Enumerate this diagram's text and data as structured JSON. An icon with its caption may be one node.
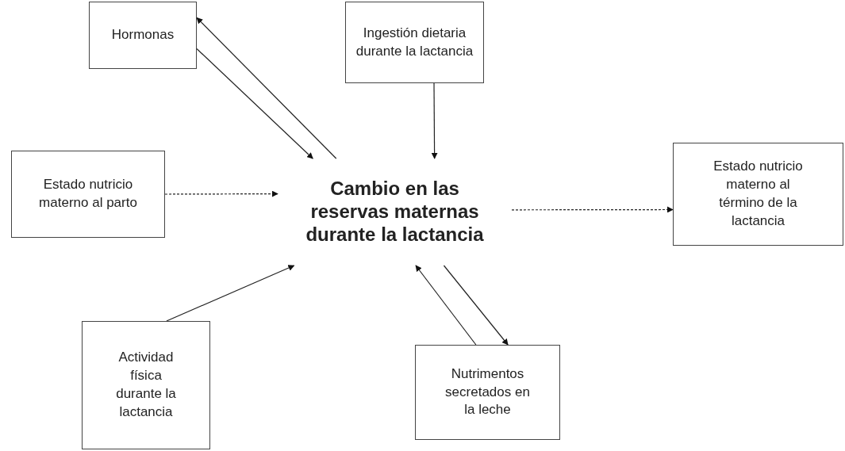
{
  "diagram": {
    "nodes": [
      {
        "text": [
          "Hormonas"
        ]
      },
      {
        "text": [
          "Ingestión dietaria durante la lactancia"
        ]
      },
      {
        "text": [
          "Estado nutricio materno al parto"
        ]
      },
      {
        "text": [
          "Cambio en las reservas maternas durante la lactancia"
        ]
      },
      {
        "text": [
          "Estado nutricio materno al término de la lactancia"
        ]
      },
      {
        "text": [
          "Actividad física durante la lactancia"
        ]
      },
      {
        "text": [
          "Nutrimentos secretados en la leche"
        ]
      }
    ],
    "edges": [
      {
        "from": 0,
        "to": 3,
        "arrow": "to"
      },
      {
        "from": 3,
        "to": 0,
        "arrow": "to"
      },
      {
        "from": 1,
        "to": 3,
        "arrow": "to"
      },
      {
        "from": 2,
        "to": 3,
        "arrow": "to",
        "style": "dashed"
      },
      {
        "from": 3,
        "to": 4,
        "arrow": "to",
        "style": "dashed"
      },
      {
        "from": 5,
        "to": 3,
        "arrow": "to"
      },
      {
        "from": 3,
        "to": 6,
        "arrow": "to"
      },
      {
        "from": 6,
        "to": 3,
        "arrow": "to"
      }
    ]
  }
}
